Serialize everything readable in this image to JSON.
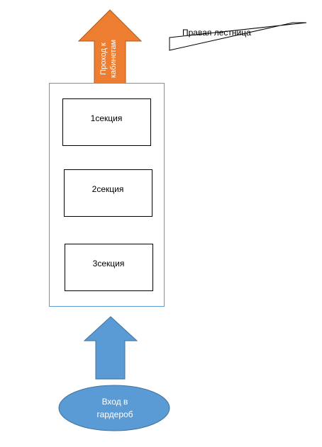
{
  "passage": {
    "line1": "Проход к",
    "line2": "кабинетам"
  },
  "right_stairs": {
    "label": "Правая лестница"
  },
  "sections": [
    {
      "label": "1секция"
    },
    {
      "label": "2секция"
    },
    {
      "label": "3секция"
    }
  ],
  "entrance": {
    "line1": "Вход в",
    "line2": "гардероб"
  },
  "colors": {
    "orange_arrow": "#ED7D31",
    "orange_border": "#AE5A21",
    "blue_shape": "#5B9BD5",
    "blue_border": "#41719C",
    "container_border": "#5B9BD5"
  }
}
